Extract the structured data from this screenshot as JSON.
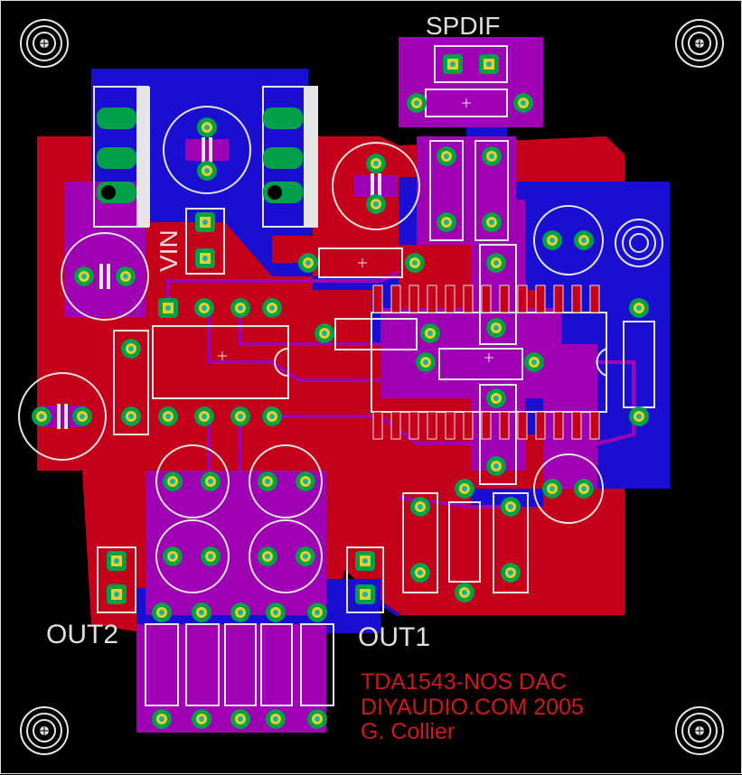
{
  "labels": {
    "spdif": "SPDIF",
    "vin": "VIN",
    "out1": "OUT1",
    "out2": "OUT2"
  },
  "credits": {
    "line1": "TDA1543-NOS DAC",
    "line2": "DIYAUDIO.COM 2005",
    "line3": "G. Collier"
  },
  "colors": {
    "background": "#000000",
    "top_copper": "#c4001a",
    "bottom_copper": "#1a0fd0",
    "overlap": "#a000b4",
    "pad_ring": "#00a04a",
    "pad_inner": "#e8d020",
    "via": "#14b0b0",
    "silkscreen": "#e6e6e6",
    "credit_text": "#d01818"
  },
  "components": [
    {
      "name": "mounting-hole-top-left-icon"
    },
    {
      "name": "mounting-hole-top-right-icon"
    },
    {
      "name": "mounting-hole-bottom-left-icon"
    },
    {
      "name": "mounting-hole-bottom-right-icon"
    },
    {
      "name": "tda1543-chip-icon"
    },
    {
      "name": "receiver-ic-icon"
    },
    {
      "name": "voltage-regulator-icon"
    },
    {
      "name": "electrolytic-capacitor-icon"
    },
    {
      "name": "film-capacitor-icon"
    },
    {
      "name": "resistor-icon"
    },
    {
      "name": "header-connector-icon"
    }
  ]
}
